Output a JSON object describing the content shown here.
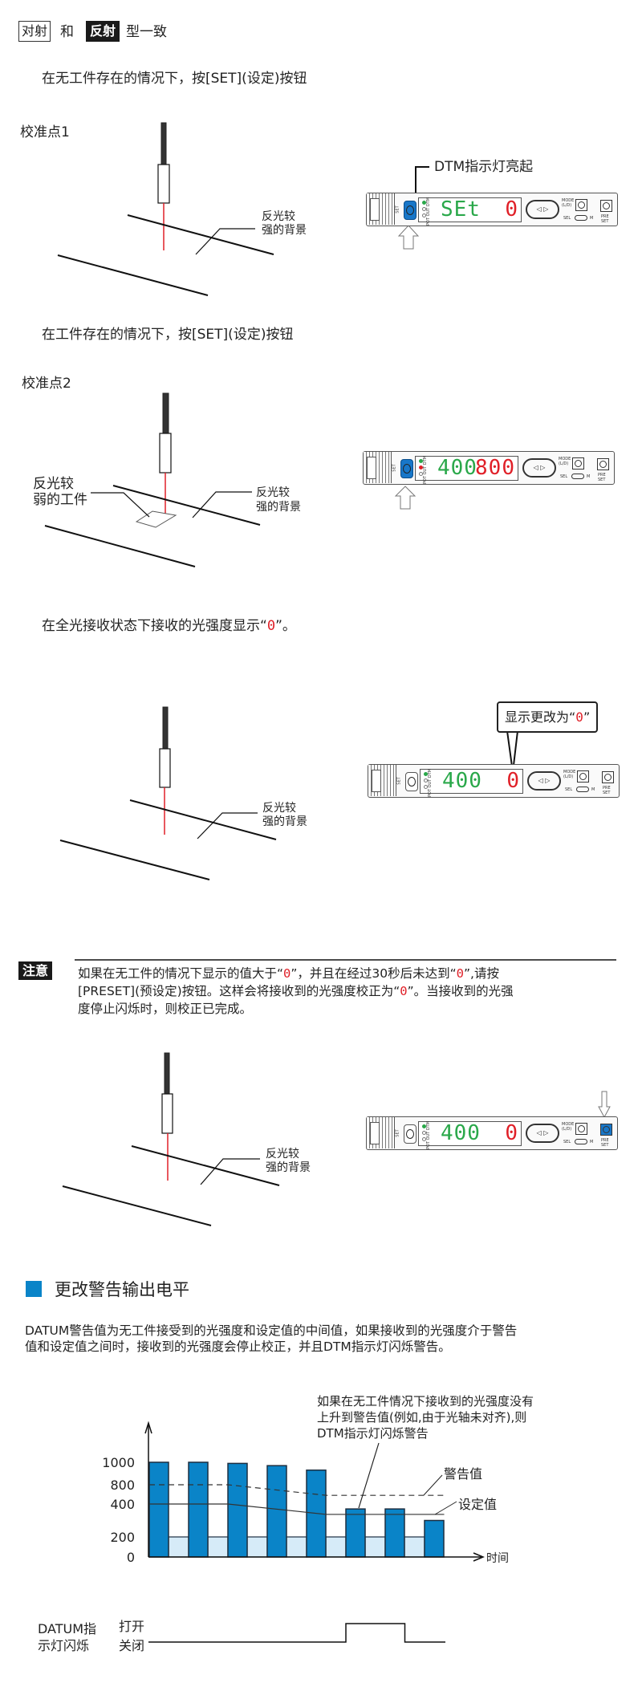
{
  "header": {
    "tag1": "对射",
    "and": "和",
    "tag2": "反射",
    "suffix": "型一致"
  },
  "step1": {
    "instruction": "在无工件存在的情况下，按[SET](设定)按钮",
    "point_label": "校准点1",
    "bg_label_1": "反光较",
    "bg_label_2": "强的背景",
    "callout": "DTM指示灯亮起"
  },
  "step2": {
    "instruction": "在工件存在的情况下，按[SET](设定)按钮",
    "point_label": "校准点2",
    "work_label_1": "反光较",
    "work_label_2": "弱的工件",
    "bg_label_1": "反光较",
    "bg_label_2": "强的背景"
  },
  "step3": {
    "instruction_pre": "在全光接收状态下接收的光强度显示“",
    "zero": "0",
    "instruction_post": "”。",
    "bg_label_1": "反光较",
    "bg_label_2": "强的背景",
    "callout_pre": "显示更改为“",
    "callout_post": "”"
  },
  "note": {
    "badge": "注意",
    "l1a": "如果在无工件的情况下显示的值大于“",
    "l1b": "”，并且在经过30秒后未达到“",
    "l1c": "”,请按",
    "l2a": "[PRESET](预设定)按钮。这样会将接收到的光强度校正为“",
    "l2b": "”。当接收到的光强",
    "l3": "度停止闪烁时，则校正已完成。",
    "zero": "0"
  },
  "step4": {
    "bg_label_1": "反光较",
    "bg_label_2": "强的背景"
  },
  "device_labels": {
    "set": "SET",
    "leds": "POT OUT DTM",
    "mode": "MODE (L/D)",
    "sel": "SEL",
    "m": "M",
    "preset": "PRE SET",
    "left_arrow": "◁",
    "right_arrow": "▷"
  },
  "devices": [
    {
      "left_display": "SEt",
      "right_display": "0",
      "leds": [
        "#2aa84a",
        "",
        ""
      ],
      "set_active": true,
      "preset_active": false
    },
    {
      "left_display": "400",
      "right_display": "800",
      "leds": [
        "#2aa84a",
        "#e02028",
        ""
      ],
      "set_active": true,
      "preset_active": false
    },
    {
      "left_display": "400",
      "right_display": "0",
      "leds": [
        "#2aa84a",
        "",
        ""
      ],
      "set_active": false,
      "preset_active": false
    },
    {
      "left_display": "400",
      "right_display": "0",
      "leds": [
        "#2aa84a",
        "",
        ""
      ],
      "set_active": false,
      "preset_active": true
    }
  ],
  "colors": {
    "green_display": "#2aa84a",
    "red_display": "#e02028",
    "accent_blue": "#0a84c8"
  },
  "section": {
    "title": "更改警告输出电平",
    "para_1": "DATUM警告值为无工件接受到的光强度和设定值的中间值，如果接收到的光强度介于警告",
    "para_2": "值和设定值之间时，接收到的光强度会停止校正，并且DTM指示灯闪烁警告。"
  },
  "chart_data": {
    "type": "bar",
    "title": "",
    "xlabel": "时间",
    "ylabel": "",
    "yticks": [
      0,
      200,
      400,
      800,
      1000
    ],
    "ytick_labels": [
      "0",
      "200",
      "400",
      "800",
      "1000"
    ],
    "series": [
      {
        "name": "received_light",
        "values": [
          1000,
          1000,
          990,
          970,
          930,
          370,
          370,
          300
        ]
      },
      {
        "name": "baseline",
        "values": [
          200,
          200,
          200,
          200,
          200,
          200,
          200
        ]
      }
    ],
    "lines": [
      {
        "name": "警告值",
        "style": "dashed",
        "points": [
          [
            0,
            800
          ],
          [
            2,
            800
          ],
          [
            4.5,
            580
          ],
          [
            7.5,
            580
          ]
        ]
      },
      {
        "name": "设定值",
        "style": "solid",
        "points": [
          [
            0,
            400
          ],
          [
            2,
            400
          ],
          [
            4.5,
            337
          ],
          [
            7.5,
            337
          ]
        ]
      }
    ],
    "annotation": [
      "如果在无工件情况下接收到的光强度没有",
      "上升到警告值(例如,由于光轴未对齐),则",
      "DTM指示灯闪烁警告"
    ],
    "timing": {
      "label_1": "DATUM指",
      "label_2": "示灯闪烁",
      "on": "打开",
      "off": "关闭",
      "on_from": 5,
      "on_to": 6.5
    }
  }
}
